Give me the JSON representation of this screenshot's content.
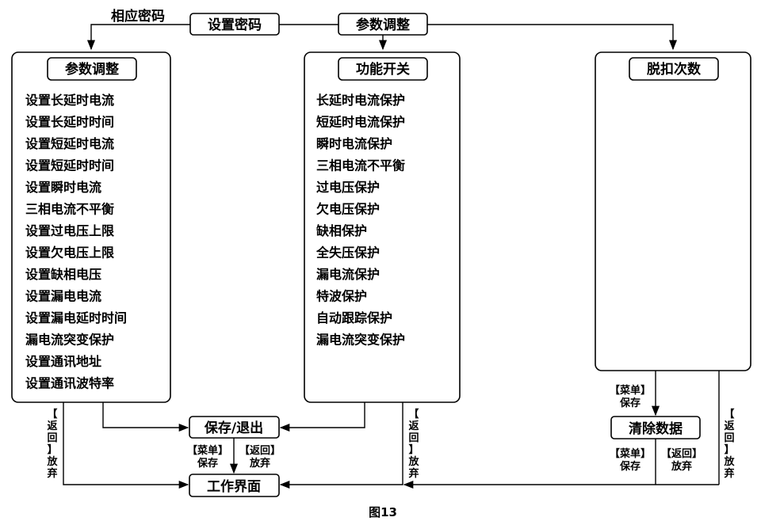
{
  "top": {
    "pwd_note": "相应密码",
    "set_password": "设置密码",
    "param_adjust": "参数调整"
  },
  "panels": {
    "params": {
      "title": "参数调整",
      "items": [
        "设置长延时电流",
        "设置长延时时间",
        "设置短延时电流",
        "设置短延时时间",
        "设置瞬时电流",
        "三相电流不平衡",
        "设置过电压上限",
        "设置欠电压上限",
        "设置缺相电压",
        "设置漏电电流",
        "设置漏电延时时间",
        "漏电流突变保护",
        "设置通讯地址",
        "设置通讯波特率"
      ]
    },
    "functions": {
      "title": "功能开关",
      "items": [
        "长延时电流保护",
        "短延时电流保护",
        "瞬时电流保护",
        "三相电流不平衡",
        "过电压保护",
        "欠电压保护",
        "缺相保护",
        "全失压保护",
        "漏电流保护",
        "特波保护",
        "自动跟踪保护",
        "漏电流突变保护"
      ]
    },
    "trips": {
      "title": "脱扣次数"
    }
  },
  "flow": {
    "save_exit": "保存/退出",
    "work_screen": "工作界面",
    "clear_data": "清除数据"
  },
  "labels": {
    "menu_save_line1": "【菜单】",
    "menu_save_line2": "保存",
    "back_discard_line1": "【返回】",
    "back_discard_line2": "放弃",
    "vertical_back": [
      "【",
      "返",
      "回",
      "】",
      "放",
      "弃"
    ]
  },
  "caption": "图13"
}
